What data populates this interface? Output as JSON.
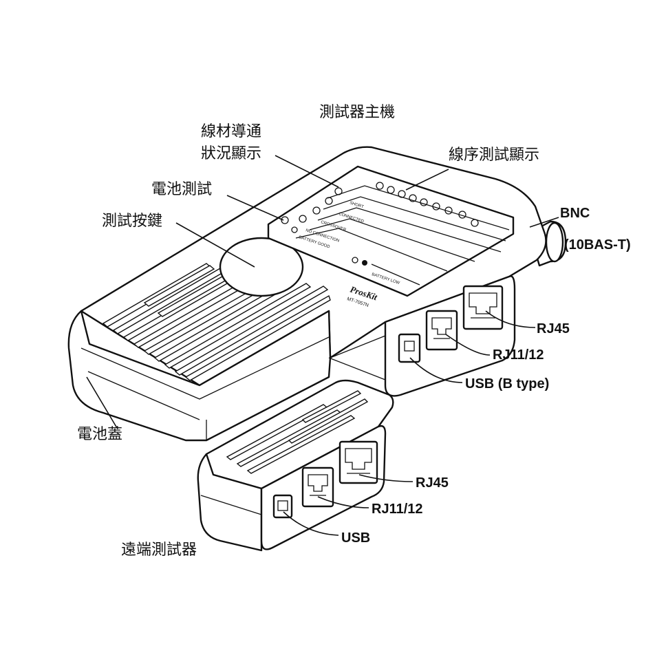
{
  "labels": {
    "main_unit": "測試器主機",
    "wire_status_line1": "線材導通",
    "wire_status_line2": "狀況顯示",
    "wire_order_display": "線序測試顯示",
    "battery_test": "電池測試",
    "test_button": "測試按鍵",
    "bnc": "BNC",
    "bnc_sub": "(10BAS-T)",
    "main_rj45": "RJ45",
    "main_rj11": "RJ11/12",
    "main_usb": "USB (B type)",
    "battery_cover": "電池蓋",
    "remote_rj45": "RJ45",
    "remote_rj11": "RJ11/12",
    "remote_usb": "USB",
    "remote_unit": "遠端測試器"
  },
  "panel": {
    "short": "SHORT",
    "connected": "CONNECTED",
    "crossover": "CROSSOVER",
    "no_connection": "NO CONNECTION",
    "battery_good": "BATTERY GOOD",
    "battery_low": "BATTERY LOW",
    "brand": "ProsKit",
    "model": "MT-7057N"
  }
}
